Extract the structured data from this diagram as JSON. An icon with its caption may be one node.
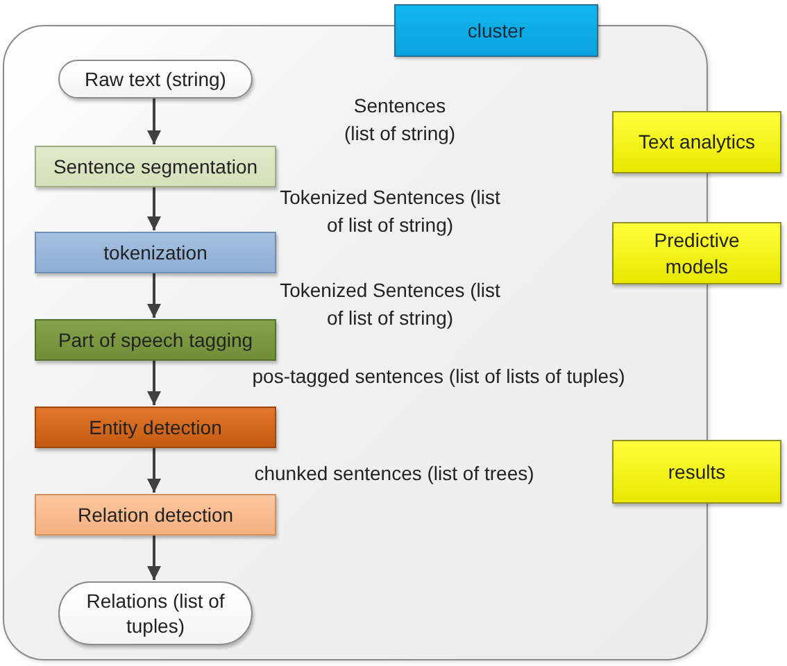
{
  "diagram": {
    "nodes": [
      {
        "text": [
          "cluster"
        ]
      },
      {
        "text": [
          "Raw text (string)"
        ],
        "in": 0
      },
      {
        "text": [
          "Sentence segmentation"
        ],
        "in": 0
      },
      {
        "text": [
          "tokenization"
        ],
        "in": 0
      },
      {
        "text": [
          "Part of speech tagging"
        ],
        "in": 0
      },
      {
        "text": [
          "Entity detection"
        ],
        "in": 0
      },
      {
        "text": [
          "Relation detection"
        ],
        "in": 0
      },
      {
        "text": [
          "Relations (list of tuples)"
        ],
        "in": 0
      },
      {
        "text": [
          "Text analytics"
        ]
      },
      {
        "text": [
          "Predictive models"
        ]
      },
      {
        "text": [
          "results"
        ]
      }
    ],
    "edges": [
      {
        "from": 1,
        "to": 2,
        "arrow": "to"
      },
      {
        "from": 2,
        "to": 3,
        "arrow": "to"
      },
      {
        "from": 3,
        "to": 4,
        "arrow": "to"
      },
      {
        "from": 4,
        "to": 5,
        "arrow": "to"
      },
      {
        "from": 5,
        "to": 6,
        "arrow": "to"
      },
      {
        "from": 6,
        "to": 7,
        "arrow": "to"
      }
    ],
    "labels": [
      "Sentences (list of string)",
      "Tokenized Sentences (list of list of string)",
      "Tokenized Sentences (list of list of string)",
      "pos-tagged sentences (list of lists of tuples)",
      "chunked sentences (list of trees)"
    ]
  }
}
